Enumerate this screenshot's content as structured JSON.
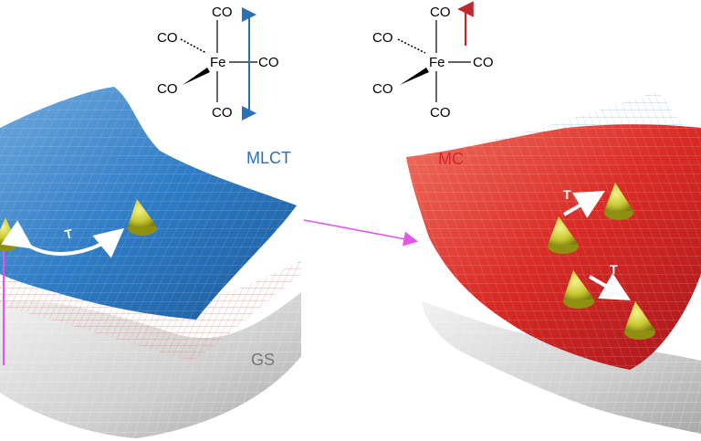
{
  "molecules": {
    "left": {
      "center": "Fe",
      "ligands": {
        "top": "CO",
        "right": "CO",
        "bottom": "CO",
        "upper_left": "CO",
        "lower_left": "CO"
      },
      "arrow": {
        "type": "double",
        "color": "#2b6fb4"
      }
    },
    "right": {
      "center": "Fe",
      "ligands": {
        "top": "CO",
        "right": "CO",
        "bottom": "CO",
        "upper_left": "CO",
        "lower_left": "CO"
      },
      "arrow": {
        "type": "up",
        "color": "#c0282d"
      }
    }
  },
  "states": {
    "mlct": {
      "label": "MLCT",
      "color": "#2b6fb4"
    },
    "mc": {
      "label": "MC",
      "color": "#d7262b"
    },
    "gs": {
      "label": "GS",
      "color": "#777777"
    }
  },
  "temperature_label": "T",
  "transition_arrow_color": "#e356e8",
  "colors": {
    "mlct_surface": "#2f7cc6",
    "mc_surface": "#e23a30",
    "gs_surface": "#d9d9d9",
    "wavepacket": "#c8c832"
  }
}
